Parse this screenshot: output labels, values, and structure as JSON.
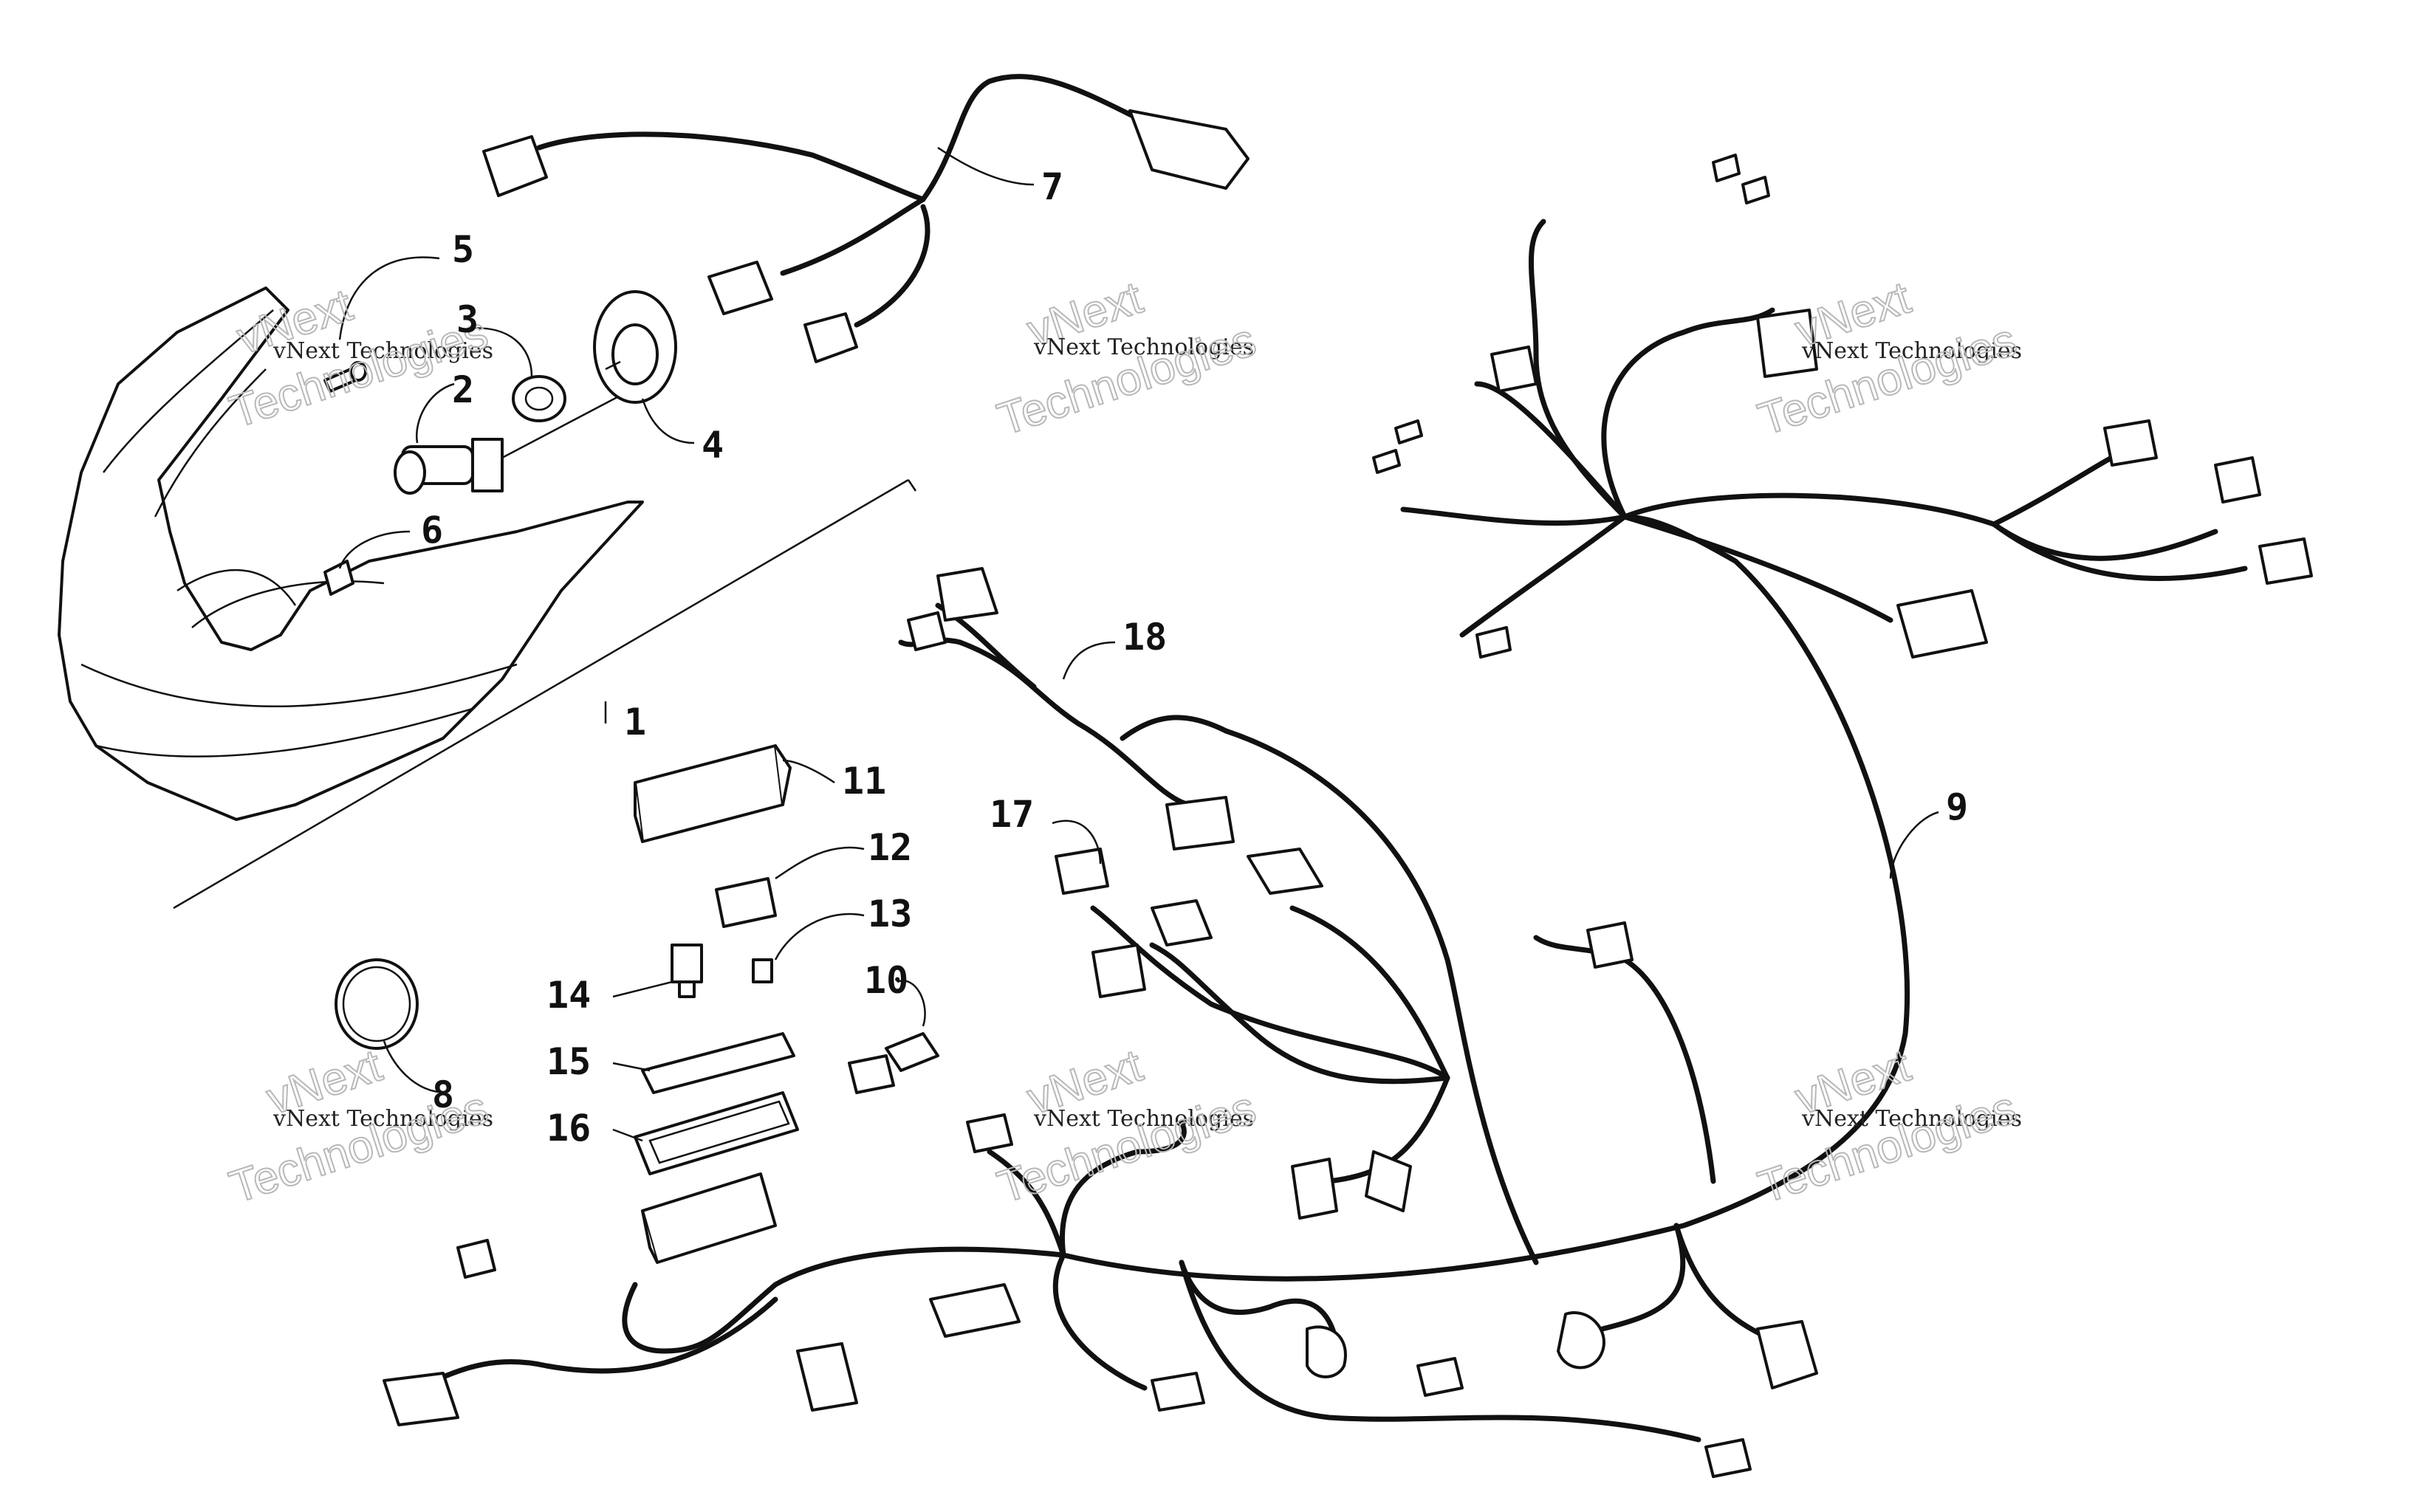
{
  "callouts": [
    "1",
    "2",
    "3",
    "4",
    "5",
    "6",
    "7",
    "8",
    "9",
    "10",
    "11",
    "12",
    "13",
    "14",
    "15",
    "16",
    "17",
    "18"
  ],
  "watermark": {
    "line1": "vNext Technologies",
    "line2a": "vNext",
    "line2b": "Technologies"
  }
}
